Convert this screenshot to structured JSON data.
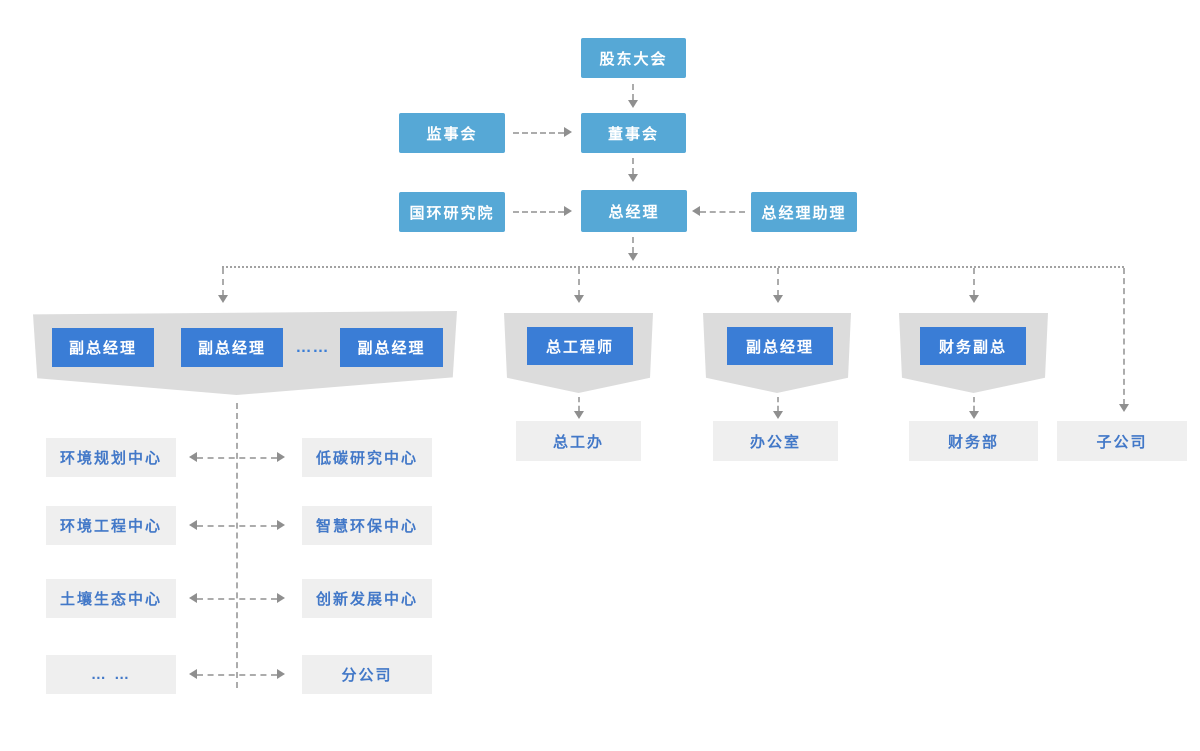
{
  "colors": {
    "sky_blue": "#56A8D6",
    "deep_blue": "#3A7DD6",
    "banner_gray": "#DCDCDC",
    "light_gray_box": "#EFEFEF",
    "blue_text": "#4278C8",
    "connector_gray": "#ACACAC"
  },
  "nodes": {
    "shareholders": {
      "label": "股东大会"
    },
    "supervisory": {
      "label": "监事会"
    },
    "board": {
      "label": "董事会"
    },
    "research": {
      "label": "国环研究院"
    },
    "gm": {
      "label": "总经理"
    },
    "gm_assistant": {
      "label": "总经理助理"
    },
    "subsidiary": {
      "label": "子公司"
    }
  },
  "groups": {
    "deputies": {
      "boxes": [
        "副总经理",
        "副总经理",
        "副总经理"
      ],
      "dots": "……"
    },
    "chief_engineer": {
      "label": "总工程师",
      "dept": "总工办"
    },
    "deputy_gm": {
      "label": "副总经理",
      "dept": "办公室"
    },
    "finance": {
      "label": "财务副总",
      "dept": "财务部"
    }
  },
  "matrix": {
    "rows": [
      {
        "left": "环境规划中心",
        "right": "低碳研究中心"
      },
      {
        "left": "环境工程中心",
        "right": "智慧环保中心"
      },
      {
        "left": "土壤生态中心",
        "right": "创新发展中心"
      },
      {
        "left": "… …",
        "right": "分公司"
      }
    ]
  }
}
